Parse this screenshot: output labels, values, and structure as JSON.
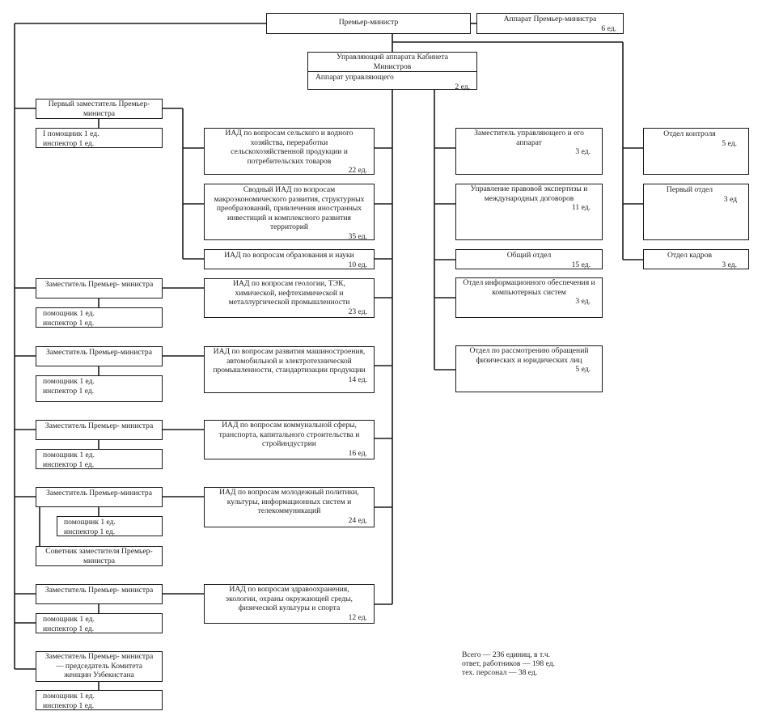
{
  "chart": {
    "top": {
      "prime_minister": "Премьер-министр",
      "pm_apparatus": {
        "title": "Аппарат Премьер-министра",
        "units": "6 ед."
      },
      "manager": {
        "title": "Управляющий аппарата Кабинета Министров",
        "sub_title": "Аппарат управляющего",
        "units": "2 ед."
      }
    },
    "deputies": [
      {
        "title": "Первый заместитель Премьер-министра",
        "staff": [
          "I помощник 1 ед.",
          "инспектор 1 ед."
        ]
      },
      {
        "title": "Заместитель Премьер- министра",
        "staff": [
          "помощник 1 ед.",
          "инспектор 1 ед."
        ]
      },
      {
        "title": "Заместитель Премьер-министра",
        "staff": [
          "помощник 1 ед.",
          "инспектор 1 ед."
        ]
      },
      {
        "title": "Заместитель Премьер- министра",
        "staff": [
          "помощник 1 ед.",
          "инспектор 1 ед."
        ]
      },
      {
        "title": "Заместитель Премьер-министра",
        "staff": [
          "помощник 1 ед.",
          "инспектор 1 ед."
        ],
        "advisor": "Советник заместителя Премьер-министра"
      },
      {
        "title": "Заместитель Премьер- министра",
        "staff": [
          "помощник 1 ед.",
          "инспектор 1 ед."
        ]
      },
      {
        "title": "Заместитель Премьер- министра — председатель Комитета женщин Узбекистана",
        "staff": [
          "помощник 1 ед.",
          "инспектор 1 ед."
        ]
      }
    ],
    "iad": [
      {
        "title": "ИАД по вопросам сельского и водного хозяйства, переработки сельскохозяйственной продукции и потребительских товаров",
        "units": "22 ед."
      },
      {
        "title": "Сводный ИАД по вопросам макроэкономического развития, структурных преобразований, привлечения иностранных инвестиций и комплексного развития территорий",
        "units": "35 ед."
      },
      {
        "title": "ИАД по вопросам образования и науки",
        "units": "10 ед."
      },
      {
        "title": "ИАД по вопросам геологии, ТЭК, химической, нефтехимической и металлургической промышленности",
        "units": "23 ед."
      },
      {
        "title": "ИАД по вопросам развития машиностроения, автомобильной и электротехнической промышленности, стандартизации продукции",
        "units": "14 ед."
      },
      {
        "title": "ИАД по вопросам коммунальной сферы, транспорта, капитального строительства и стройиндустрии",
        "units": "16 ед."
      },
      {
        "title": "ИАД по вопросам молодежный политики, культуры, информационных систем и телекоммуникаций",
        "units": "24 ед."
      },
      {
        "title": "ИАД по вопросам здравоохранения, экологии, охраны окружающей среды, физической культуры и спорта",
        "units": "12 ед."
      }
    ],
    "manager_units": [
      {
        "title": "Заместитель управляющего и его аппарат",
        "units": "3 ед."
      },
      {
        "title": "Управление правовой экспертизы и международных договоров",
        "units": "11 ед."
      },
      {
        "title": "Общий отдел",
        "units": "15 ед."
      },
      {
        "title": "Отдел информационного обеспечения и компьютерных систем",
        "units": "3 ед."
      },
      {
        "title": "Отдел по рассмотрению обращений физических и юридических лиц",
        "units": "5 ед."
      }
    ],
    "pm_units": [
      {
        "title": "Отдел контроля",
        "units": "5 ед."
      },
      {
        "title": "Первый отдел",
        "units": "3 ед"
      },
      {
        "title": "Отдел кадров",
        "units": "3 ед."
      }
    ],
    "totals": [
      "Всего — 236 единиц, в т.ч.",
      "ответ, работников — 198 ед.",
      "тех. персонал — 38 ед."
    ]
  }
}
